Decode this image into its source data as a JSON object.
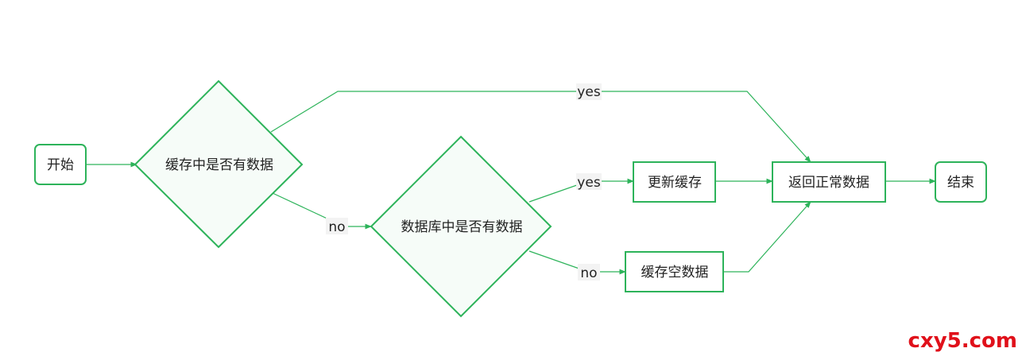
{
  "colors": {
    "accent": "#2db35a",
    "watermark": "#e0101a"
  },
  "nodes": {
    "start": "开始",
    "cache_check": "缓存中是否有数据",
    "db_check": "数据库中是否有数据",
    "update_cache": "更新缓存",
    "cache_empty": "缓存空数据",
    "return_data": "返回正常数据",
    "end": "结束"
  },
  "edge_labels": {
    "cache_yes": "yes",
    "cache_no": "no",
    "db_yes": "yes",
    "db_no": "no"
  },
  "watermark": "cxy5.com"
}
